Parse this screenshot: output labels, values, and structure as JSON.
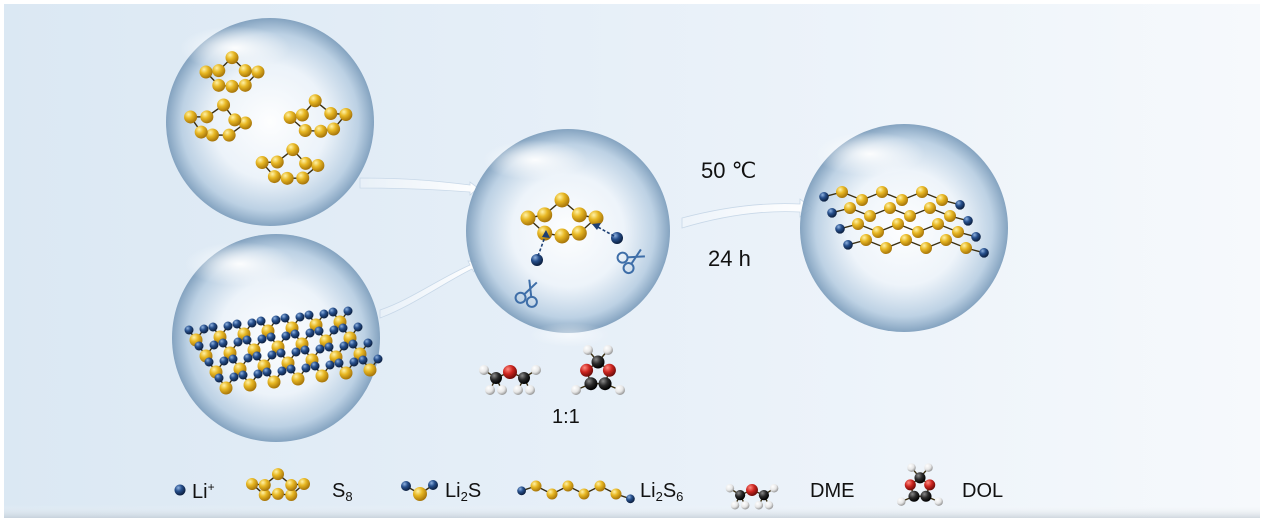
{
  "conditions": {
    "temperature": "50 ℃",
    "time": "24 h"
  },
  "solvent_ratio": "1:1",
  "legend": {
    "li_ion": {
      "base": "Li",
      "sup": "+"
    },
    "s8": {
      "base": "S",
      "sub": "8"
    },
    "li2s": {
      "base1": "Li",
      "sub": "2",
      "base2": "S"
    },
    "li2s6": {
      "base1": "Li",
      "sub1": "2",
      "base2": "S",
      "sub2": "6"
    },
    "dme": "DME",
    "dol": "DOL"
  },
  "colors": {
    "sulfur": "#e3b21a",
    "lithium": "#1d3f74",
    "oxygen": "#c9201c",
    "carbon": "#222222",
    "hydrogen": "#f2f2f2",
    "background": "#e4eef7"
  },
  "icons": [
    "scissors-icon"
  ]
}
